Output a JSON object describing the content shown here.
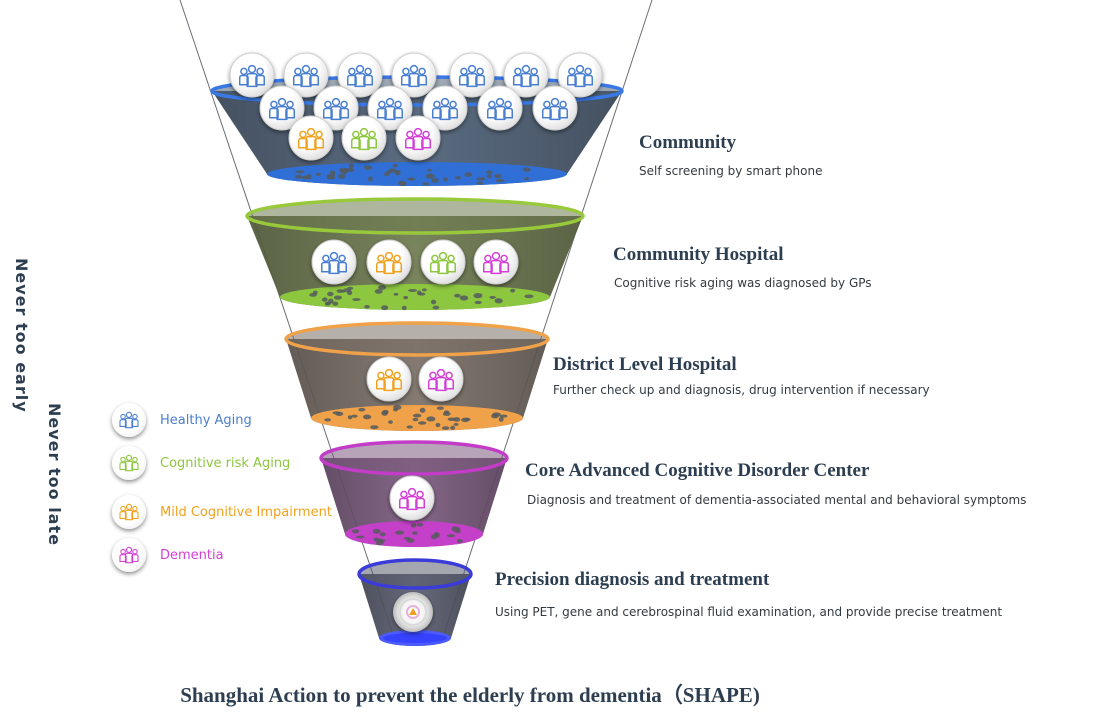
{
  "tiers": [
    {
      "title": "Community",
      "desc": "Self screening by smart phone",
      "rim": "#3a78e6",
      "fill": "#4d6076",
      "dots": "#2f6fd6"
    },
    {
      "title": "Community Hospital",
      "desc": "Cognitive risk aging was diagnosed by GPs",
      "rim": "#98c93c",
      "fill": "#6d7a4e",
      "dots": "#8dc63f"
    },
    {
      "title": "District Level Hospital",
      "desc": "Further check up and diagnosis, drug intervention  if necessary",
      "rim": "#f0a24a",
      "fill": "#7a6f66",
      "dots": "#f0a24a"
    },
    {
      "title": "Core Advanced Cognitive Disorder Center",
      "desc": "Diagnosis and treatment of dementia-associated mental and behavioral symptoms",
      "rim": "#c23cc8",
      "fill": "#7b5a7e",
      "dots": "#c540c9"
    },
    {
      "title": "Precision diagnosis and treatment",
      "desc": "Using PET, gene and cerebrospinal fluid examination, and provide precise treatment",
      "rim": "#3b3bd9",
      "fill": "#5a5d70",
      "dots": "#4b5bff"
    }
  ],
  "side_labels": {
    "left_1": "Never too early",
    "left_2": "Never too late"
  },
  "legend": [
    {
      "label": "Healthy Aging",
      "color": "#4a7fd0"
    },
    {
      "label": "Cognitive risk Aging",
      "color": "#8dc63f"
    },
    {
      "label": "Mild Cognitive Impairment",
      "color": "#f0a21e"
    },
    {
      "label": "Dementia",
      "color": "#d340d6"
    }
  ],
  "footer_title": "Shanghai Action to prevent the elderly from dementia（SHAPE)",
  "icon_groups": {
    "community": [
      "healthy",
      "healthy",
      "healthy",
      "healthy",
      "healthy",
      "healthy",
      "healthy",
      "healthy",
      "healthy",
      "healthy",
      "healthy",
      "healthy",
      "healthy",
      "mci",
      "cognitive_risk",
      "dementia"
    ],
    "community_hospital": [
      "healthy",
      "mci",
      "cognitive_risk",
      "dementia"
    ],
    "district_hospital": [
      "mci",
      "dementia"
    ],
    "core_center": [
      "dementia"
    ]
  },
  "colors": {
    "healthy": "#4a7fd0",
    "cognitive_risk": "#8dc63f",
    "mci": "#f0a21e",
    "dementia": "#d340d6"
  }
}
